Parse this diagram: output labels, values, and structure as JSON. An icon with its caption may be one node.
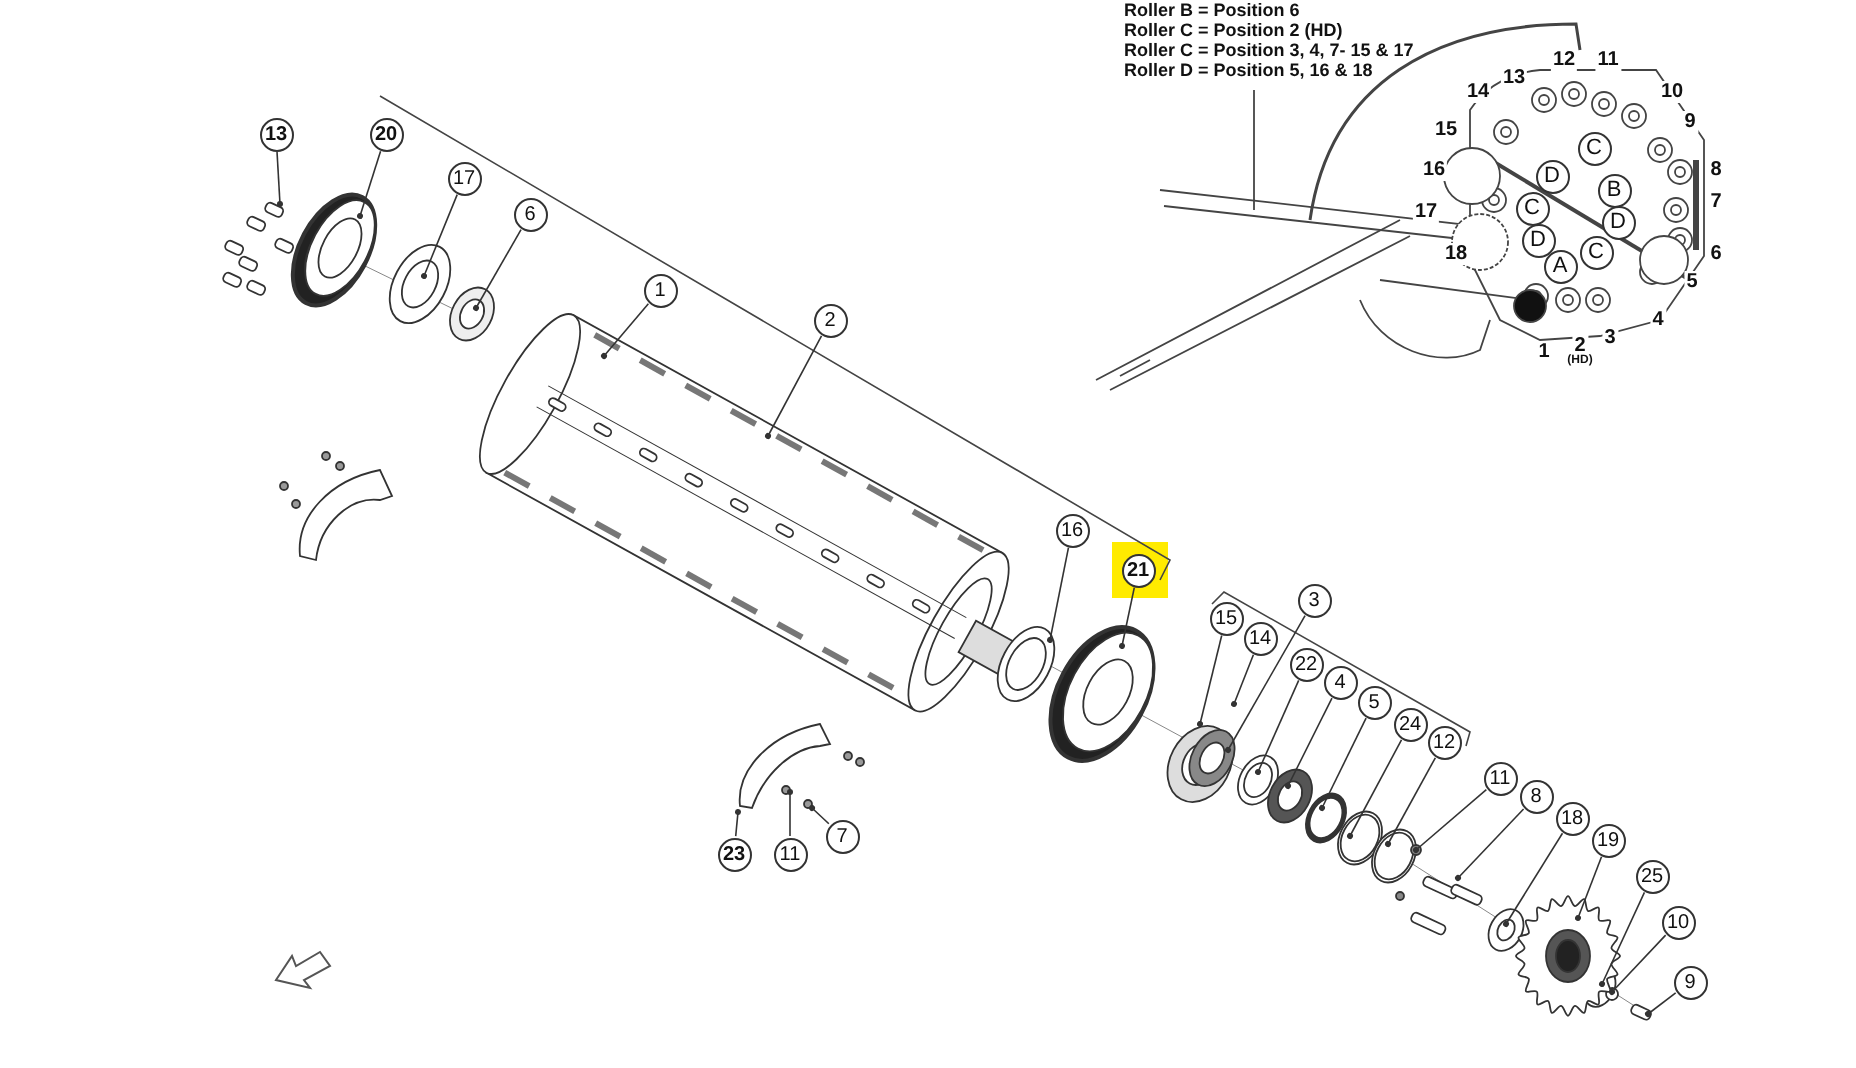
{
  "diagram": {
    "nodes": [
      {
        "text": [
          "13"
        ]
      },
      {
        "text": [
          "20"
        ]
      },
      {
        "text": [
          "17"
        ]
      },
      {
        "text": [
          "6"
        ]
      },
      {
        "text": [
          "1"
        ]
      },
      {
        "text": [
          "2"
        ]
      },
      {
        "text": [
          "16"
        ]
      },
      {
        "text": [
          "21"
        ]
      },
      {
        "text": [
          "15"
        ]
      },
      {
        "text": [
          "14"
        ]
      },
      {
        "text": [
          "3"
        ]
      },
      {
        "text": [
          "22"
        ]
      },
      {
        "text": [
          "4"
        ]
      },
      {
        "text": [
          "5"
        ]
      },
      {
        "text": [
          "24"
        ]
      },
      {
        "text": [
          "12"
        ]
      },
      {
        "text": [
          "11"
        ]
      },
      {
        "text": [
          "8"
        ]
      },
      {
        "text": [
          "18"
        ]
      },
      {
        "text": [
          "19"
        ]
      },
      {
        "text": [
          "25"
        ]
      },
      {
        "text": [
          "10"
        ]
      },
      {
        "text": [
          "9"
        ]
      },
      {
        "text": [
          "23"
        ]
      },
      {
        "text": [
          "11"
        ]
      },
      {
        "text": [
          "7"
        ]
      },
      {
        "text": [
          "C"
        ]
      },
      {
        "text": [
          "D"
        ]
      },
      {
        "text": [
          "B"
        ]
      },
      {
        "text": [
          "C"
        ]
      },
      {
        "text": [
          "D"
        ]
      },
      {
        "text": [
          "D"
        ]
      },
      {
        "text": [
          "C"
        ]
      },
      {
        "text": [
          "A"
        ]
      }
    ],
    "edges": [
      {
        "from": 0,
        "to": null,
        "arrow": "other"
      },
      {
        "from": 1,
        "to": null,
        "arrow": "other"
      },
      {
        "from": 2,
        "to": null,
        "arrow": "other"
      },
      {
        "from": 3,
        "to": null,
        "arrow": "other"
      },
      {
        "from": 4,
        "to": null,
        "arrow": "other"
      },
      {
        "from": 5,
        "to": null,
        "arrow": "other"
      },
      {
        "from": 6,
        "to": null,
        "arrow": "other"
      },
      {
        "from": 7,
        "to": null,
        "arrow": "other"
      },
      {
        "from": 8,
        "to": null,
        "arrow": "other"
      },
      {
        "from": 9,
        "to": null,
        "arrow": "other"
      },
      {
        "from": 10,
        "to": null,
        "arrow": "other"
      },
      {
        "from": 11,
        "to": null,
        "arrow": "other"
      },
      {
        "from": 12,
        "to": null,
        "arrow": "other"
      },
      {
        "from": 13,
        "to": null,
        "arrow": "other"
      },
      {
        "from": 14,
        "to": null,
        "arrow": "other"
      },
      {
        "from": 15,
        "to": null,
        "arrow": "other"
      },
      {
        "from": 16,
        "to": null,
        "arrow": "other"
      },
      {
        "from": 17,
        "to": null,
        "arrow": "other"
      },
      {
        "from": 18,
        "to": null,
        "arrow": "other"
      },
      {
        "from": 19,
        "to": null,
        "arrow": "other"
      },
      {
        "from": 20,
        "to": null,
        "arrow": "other"
      },
      {
        "from": 21,
        "to": null,
        "arrow": "other"
      },
      {
        "from": 22,
        "to": null,
        "arrow": "other"
      },
      {
        "from": 23,
        "to": null,
        "arrow": "other"
      },
      {
        "from": 24,
        "to": null,
        "arrow": "other"
      },
      {
        "from": 25,
        "to": null,
        "arrow": "other"
      }
    ],
    "labels": [
      "Roller B = Position 6",
      "Roller C = Position 2 (HD)",
      "Roller C = Position 3, 4, 7- 15 & 17",
      "Roller D = Position 5, 16 & 18",
      "13",
      "12",
      "11",
      "14",
      "10",
      "9",
      "15",
      "16",
      "8",
      "7",
      "17",
      "18",
      "6",
      "5",
      "4",
      "1",
      "2",
      "3",
      "(HD)"
    ]
  }
}
